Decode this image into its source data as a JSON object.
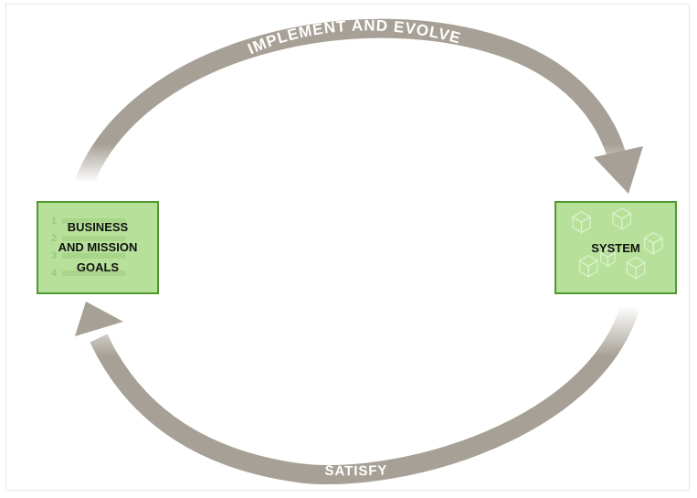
{
  "diagram": {
    "top_arrow_label": "IMPLEMENT AND EVOLVE",
    "bottom_arrow_label": "SATISFY",
    "left_box_label": "BUSINESS\nAND MISSION\nGOALS",
    "right_box_label": "SYSTEM",
    "left_box_icon": "numbered-list-icon",
    "right_box_icon": "cubes-icon"
  },
  "colors": {
    "arrow": "#a7a096",
    "arrow_label": "#ffffff",
    "box_fill": "#b7e19a",
    "box_border": "#4f9a2f",
    "box_text": "#111111"
  }
}
